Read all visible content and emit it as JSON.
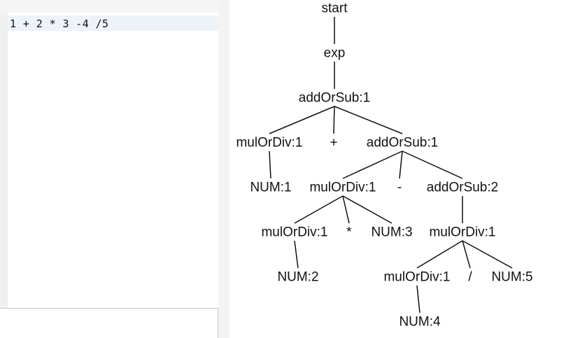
{
  "editor": {
    "code": "1 + 2 * 3 -4 /5"
  },
  "parse_tree": {
    "nodes": [
      {
        "id": "start",
        "label": "start"
      },
      {
        "id": "exp",
        "label": "exp"
      },
      {
        "id": "add1",
        "label": "addOrSub:1"
      },
      {
        "id": "mul_a",
        "label": "mulOrDiv:1"
      },
      {
        "id": "plus",
        "label": "+"
      },
      {
        "id": "add1b",
        "label": "addOrSub:1"
      },
      {
        "id": "num1",
        "label": "NUM:1"
      },
      {
        "id": "mul_b",
        "label": "mulOrDiv:1"
      },
      {
        "id": "minus",
        "label": "-"
      },
      {
        "id": "add2",
        "label": "addOrSub:2"
      },
      {
        "id": "mul_c",
        "label": "mulOrDiv:1"
      },
      {
        "id": "star",
        "label": "*"
      },
      {
        "id": "num3",
        "label": "NUM:3"
      },
      {
        "id": "mul_d",
        "label": "mulOrDiv:1"
      },
      {
        "id": "num2",
        "label": "NUM:2"
      },
      {
        "id": "mul_e",
        "label": "mulOrDiv:1"
      },
      {
        "id": "slash",
        "label": "/"
      },
      {
        "id": "num5",
        "label": "NUM:5"
      },
      {
        "id": "num4",
        "label": "NUM:4"
      }
    ],
    "edges": [
      [
        "start",
        "exp"
      ],
      [
        "exp",
        "add1"
      ],
      [
        "add1",
        "mul_a"
      ],
      [
        "add1",
        "plus"
      ],
      [
        "add1",
        "add1b"
      ],
      [
        "mul_a",
        "num1"
      ],
      [
        "add1b",
        "mul_b"
      ],
      [
        "add1b",
        "minus"
      ],
      [
        "add1b",
        "add2"
      ],
      [
        "mul_b",
        "mul_c"
      ],
      [
        "mul_b",
        "star"
      ],
      [
        "mul_b",
        "num3"
      ],
      [
        "add2",
        "mul_d"
      ],
      [
        "mul_c",
        "num2"
      ],
      [
        "mul_d",
        "mul_e"
      ],
      [
        "mul_d",
        "slash"
      ],
      [
        "mul_d",
        "num5"
      ],
      [
        "mul_e",
        "num4"
      ]
    ]
  }
}
